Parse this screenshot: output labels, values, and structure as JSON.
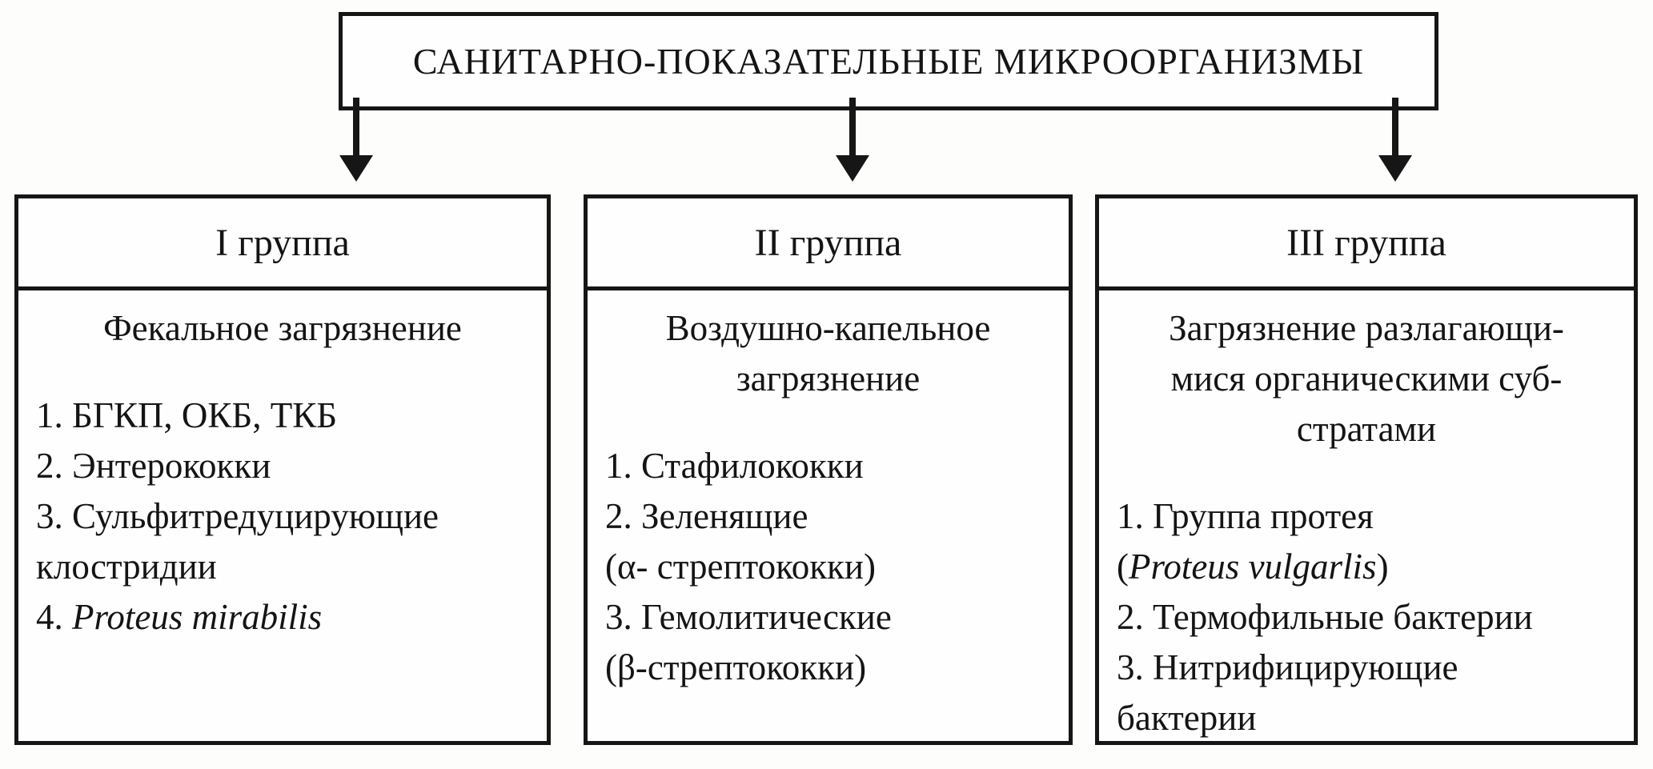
{
  "title": "САНИТАРНО-ПОКАЗАТЕЛЬНЫЕ МИКРООРГАНИЗМЫ",
  "groups": [
    {
      "header": "I группа",
      "subtitle_lines": [
        "Фекальное загрязнение"
      ],
      "item_lines": [
        {
          "t": "1. БГКП, ОКБ, ТКБ"
        },
        {
          "t": "2. Энтерококки"
        },
        {
          "t": "3. Сульфитредуцирующие"
        },
        {
          "t": "клостридии"
        },
        {
          "pre": "4. ",
          "it": "Proteus mirabilis",
          "post": ""
        }
      ]
    },
    {
      "header": "II группа",
      "subtitle_lines": [
        "Воздушно-капельное",
        "загрязнение"
      ],
      "item_lines": [
        {
          "t": "1. Стафилококки"
        },
        {
          "t": "2. Зеленящие"
        },
        {
          "t": "(α- стрептококки)"
        },
        {
          "t": "3. Гемолитические"
        },
        {
          "t": "(β-стрептококки)"
        }
      ]
    },
    {
      "header": "III группа",
      "subtitle_lines": [
        "Загрязнение разлагающи-",
        "мися органическими суб-",
        "стратами"
      ],
      "item_lines": [
        {
          "t": "1. Группа протея"
        },
        {
          "pre": "(",
          "it": "Proteus vulgarlis",
          "post": ")"
        },
        {
          "t": "2. Термофильные бактерии"
        },
        {
          "t": "3. Нитрифицирующие"
        },
        {
          "t": "бактерии"
        }
      ]
    }
  ],
  "colors": {
    "ink": "#161616",
    "paper": "#fdfdfc"
  }
}
